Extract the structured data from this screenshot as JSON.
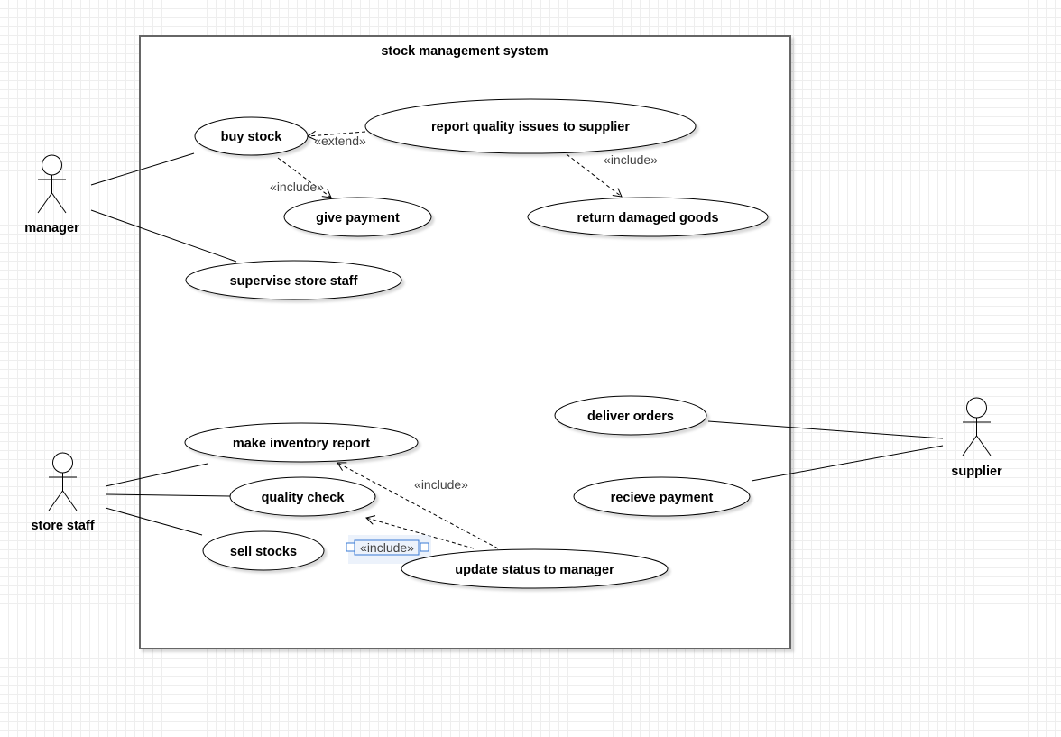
{
  "system": {
    "title": "stock management system"
  },
  "actors": {
    "manager": "manager",
    "store_staff": "store staff",
    "supplier": "supplier"
  },
  "use_cases": {
    "buy_stock": "buy stock",
    "report_quality": "report quality issues to supplier",
    "give_payment": "give payment",
    "return_damaged": "return damaged goods",
    "supervise_staff": "supervise store staff",
    "make_inventory": "make inventory report",
    "quality_check": "quality check",
    "sell_stocks": "sell stocks",
    "update_status": "update status to manager",
    "deliver_orders": "deliver orders",
    "recieve_payment": "recieve payment"
  },
  "relations": {
    "extend_buy_report": "«extend»",
    "include_buy_payment": "«include»",
    "include_report_return": "«include»",
    "include_update_inventory": "«include»",
    "include_update_quality": "«include»"
  }
}
